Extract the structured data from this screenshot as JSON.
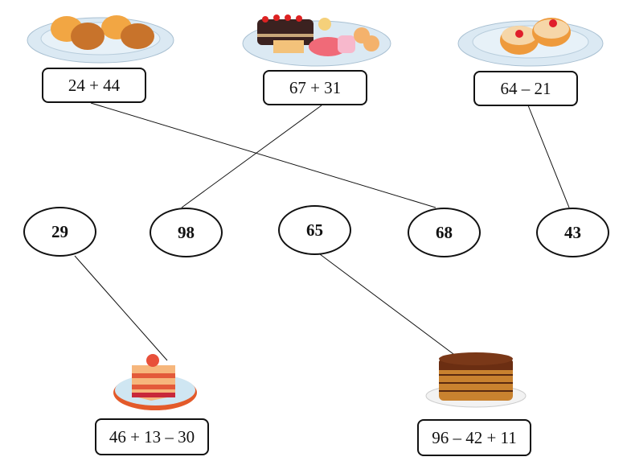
{
  "expressions_top": [
    {
      "label": "24 + 44",
      "image": "bread-buns-plate"
    },
    {
      "label": "67 + 31",
      "image": "assorted-cakes-plate"
    },
    {
      "label": "64 – 21",
      "image": "jam-donuts-plate"
    }
  ],
  "answers": [
    "29",
    "98",
    "65",
    "68",
    "43"
  ],
  "expressions_bottom": [
    {
      "label": "46 + 13 – 30",
      "image": "layer-cake-slice"
    },
    {
      "label": "96 – 42 + 11",
      "image": "chocolate-layer-cake"
    }
  ],
  "connections": [
    {
      "from": "24 + 44",
      "to": "68"
    },
    {
      "from": "67 + 31",
      "to": "98"
    },
    {
      "from": "64 – 21",
      "to": "43"
    },
    {
      "from": "29",
      "to": "46 + 13 – 30"
    },
    {
      "from": "65",
      "to": "96 – 42 + 11"
    }
  ]
}
